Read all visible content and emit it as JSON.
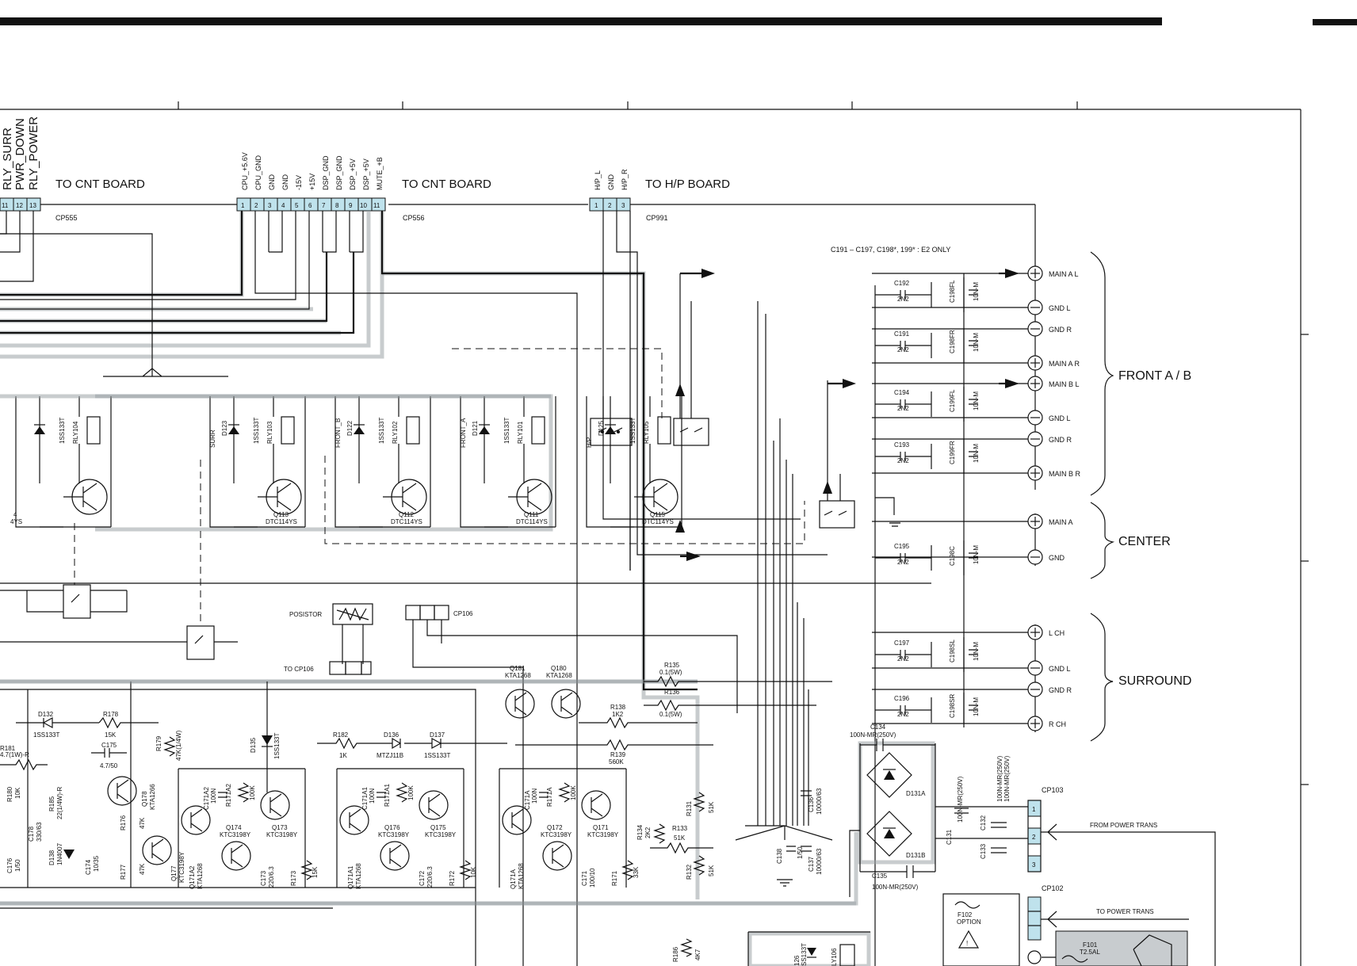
{
  "connectors": {
    "cp555": {
      "id": "CP555",
      "dest": "TO CNT BOARD",
      "pins": [
        "11",
        "12",
        "13"
      ],
      "signals": [
        "RLY_SURR",
        "PWR_DOWN",
        "RLY_POWER"
      ]
    },
    "cp556": {
      "id": "CP556",
      "dest": "TO CNT BOARD",
      "pins": [
        "1",
        "2",
        "3",
        "4",
        "5",
        "6",
        "7",
        "8",
        "9",
        "10",
        "11"
      ],
      "signals": [
        "CPU_+5.6V",
        "CPU_GND",
        "GND",
        "GND",
        "-15V",
        "+15V",
        "DSP_GND",
        "DSP_GND",
        "DSP_+5V",
        "DSP_+5V",
        "MUTE_+B"
      ]
    },
    "cp991": {
      "id": "CP991",
      "dest": "TO H/P BOARD",
      "pins": [
        "1",
        "2",
        "3"
      ],
      "signals": [
        "H/P_L",
        "GND",
        "H/P_R"
      ]
    },
    "cp103": {
      "id": "CP103",
      "pins": [
        "1",
        "2",
        "3"
      ],
      "note": "FROM POWER TRANS"
    },
    "cp102": {
      "id": "CP102",
      "note": "TO POWER TRANS"
    },
    "cp106": {
      "id": "CP106",
      "to_label": "TO CP106"
    }
  },
  "note_e2": "C191 – C197, C198*, 199* : E2 ONLY",
  "outputs": {
    "front": {
      "label": "FRONT A / B",
      "terminals": [
        "MAIN A L",
        "GND L",
        "GND R",
        "MAIN A R",
        "MAIN B L",
        "GND L",
        "GND R",
        "MAIN B R"
      ]
    },
    "center": {
      "label": "CENTER",
      "terminals": [
        "MAIN A",
        "GND"
      ]
    },
    "surround": {
      "label": "SURROUND",
      "terminals": [
        "L CH",
        "GND L",
        "GND R",
        "R CH"
      ]
    }
  },
  "out_caps": [
    {
      "ref": "C192",
      "val": "2N2",
      "c2": "C198FL",
      "c2val": "10N-M"
    },
    {
      "ref": "C191",
      "val": "2N2",
      "c2": "C198FR",
      "c2val": "10N-M"
    },
    {
      "ref": "C194",
      "val": "2N2",
      "c2": "C199FL",
      "c2val": "10N-M"
    },
    {
      "ref": "C193",
      "val": "2N2",
      "c2": "C199FR",
      "c2val": "10N-M"
    },
    {
      "ref": "C195",
      "val": "2N2",
      "c2": "C198C",
      "c2val": "10N-M"
    },
    {
      "ref": "C197",
      "val": "2N2",
      "c2": "C198SL",
      "c2val": "10N-M"
    },
    {
      "ref": "C196",
      "val": "2N2",
      "c2": "C198SR",
      "c2val": "10N-M"
    }
  ],
  "relays": [
    {
      "name": "",
      "diode": "1SS133T",
      "relay": "RLY104",
      "q": "4",
      "qtype": "4YS"
    },
    {
      "name": "SURR",
      "d": "D123",
      "diode": "1SS133T",
      "relay": "RLY103",
      "q": "Q113",
      "qtype": "DTC114YS"
    },
    {
      "name": "FRONT_B",
      "d": "D122",
      "diode": "1SS133T",
      "relay": "RLY102",
      "q": "Q112",
      "qtype": "DTC114YS"
    },
    {
      "name": "FRONT_A",
      "d": "D121",
      "diode": "1SS133T",
      "relay": "RLY101",
      "q": "Q111",
      "qtype": "DTC114YS"
    },
    {
      "name": "H/P",
      "d": "D125",
      "diode": "1SS133T",
      "relay": "RLY105",
      "q": "Q115",
      "qtype": "DTC114YS"
    }
  ],
  "posistor": "POSISTOR",
  "parts": {
    "D132": "D132",
    "D132v": "1SS133T",
    "R178": "R178",
    "R178v": "15K",
    "C175": "C175",
    "C175v": "4.7/50",
    "R181": "R181",
    "R181v": "4.7(1W)-R",
    "R179": "R179",
    "R179v": "47K(1/4W)",
    "D135": "D135",
    "D135v": "1SS133T",
    "R182": "R182",
    "R182v": "1K",
    "D136": "D136",
    "D136v": "MTZJ11B",
    "D137": "D137",
    "D137v": "1SS133T",
    "Q181": "Q181",
    "Q181v": "KTA1268",
    "Q180": "Q180",
    "Q180v": "KTA1268",
    "R135": "R135",
    "R135v": "0.1(5W)",
    "R136": "R136",
    "R136v": "0.1(5W)",
    "R138": "R138",
    "R138v": "1K2",
    "R139": "R139",
    "R139v": "560K",
    "C134": "C134",
    "C134v": "100N-MR(250V)",
    "C135": "C135",
    "C135v": "100N-MR(250V)",
    "D131A": "D131A",
    "D131B": "D131B",
    "C136": "C136",
    "C136v": "10000/63",
    "C137": "C137",
    "C137v": "10000/63",
    "C138": "C138",
    "C138v": "1/50",
    "R131": "R131",
    "R131v": "51K",
    "R132": "R132",
    "R132v": "51K",
    "R133": "R133",
    "R133v": "51K",
    "R134": "R134",
    "R134v": "2K2",
    "C131": "C131",
    "C131v": "100N-MR(250V)",
    "C132": "C132",
    "C133": "C133",
    "C132v": "100N-MR(250V)",
    "C133v": "100N-MR(250V)",
    "F102": "F102",
    "F102v": "OPTION",
    "F101": "F101",
    "F101v": "T2.5AL",
    "R186": "R186",
    "R186v": "4K7",
    "R180": "R180",
    "R180v": "10K",
    "R185": "R185",
    "R185v": "22(1/4W)-R",
    "C178": "C178",
    "C178v": "330/63",
    "C176": "C176",
    "C176v": "1/50",
    "D138": "D138",
    "D138v": "1N4007",
    "C174": "C174",
    "C174v": "10/35",
    "R177": "R177",
    "R177v": "47K",
    "R176": "R176",
    "R176v": "47K",
    "Q178": "Q178",
    "Q178v": "KTA1266",
    "Q177": "Q177",
    "Q177v": "KTC3198Y",
    "C171A2": "C171A2",
    "C171A2v": "100N",
    "R171A2": "R171A2",
    "R171A2v": "100K",
    "Q171A2": "Q171A2",
    "Q171A2v": "KTA1268",
    "Q174": "Q174",
    "Q174v": "KTC3198Y",
    "Q173": "Q173",
    "Q173v": "KTC3198Y",
    "C173": "C173",
    "C173v": "220/6.3",
    "R173": "R173",
    "R173v": "15K",
    "C171A1": "C171A1",
    "C171A1v": "100N",
    "R171A1": "R171A1",
    "R171A1v": "100K",
    "Q171A1": "Q171A1",
    "Q171A1v": "KTA1268",
    "Q176": "Q176",
    "Q176v": "KTC3198Y",
    "Q175": "Q175",
    "Q175v": "KTC3198Y",
    "C172": "C172",
    "C172v": "220/6.3",
    "R172": "R172",
    "R172v": "10K",
    "C171A": "C171A",
    "C171Av": "100N",
    "R171A": "R171A",
    "R171Av": "100K",
    "Q171A": "Q171A",
    "Q171Av": "KTA1268",
    "Q172": "Q172",
    "Q172v": "KTC3198Y",
    "Q171": "Q171",
    "Q171v": "KTC3198Y",
    "C171": "C171",
    "C171v": "100/10",
    "R171": "R171",
    "R171v": "33K"
  }
}
